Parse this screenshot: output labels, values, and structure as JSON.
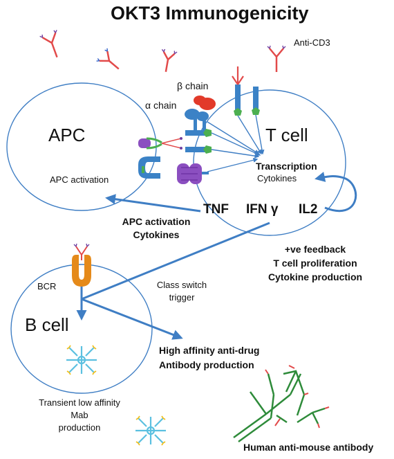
{
  "title": "OKT3 Immunogenicity",
  "labels": {
    "anti_cd3": "Anti-CD3",
    "beta_chain": "β chain",
    "alpha_chain": "α chain",
    "apc": "APC",
    "t_cell": "T cell",
    "apc_activation_inner": "APC activation",
    "transcription": "Transcription",
    "cytokines_inner": "Cytokines",
    "tnf": "TNF",
    "ifn": "IFN γ",
    "il2": "IL2",
    "apc_activation_bold": "APC activation",
    "cytokines_bold": "Cytokines",
    "feedback_1": "+ve feedback",
    "feedback_2": "T cell proliferation",
    "feedback_3": "Cytokine production",
    "bcr": "BCR",
    "class_switch_1": "Class switch",
    "class_switch_2": "trigger",
    "b_cell": "B cell",
    "high_affinity_1": "High affinity anti-drug",
    "high_affinity_2": "Antibody production",
    "transient_1": "Transient low affinity",
    "transient_2": "Mab",
    "transient_3": "production",
    "hama": "Human anti-mouse antibody"
  },
  "colors": {
    "arrow": "#3f7ec4",
    "cell_outline": "#3f7ec4",
    "antibody_red": "#e24a4a",
    "antibody_green": "#2e8b3a",
    "antibody_tip_purple": "#6f3fa0",
    "antibody_tip_blue": "#3060c8",
    "receptor_blue": "#3b82c6",
    "receptor_green": "#4caf50",
    "tcr_red": "#e23a2a",
    "mhc_purple": "#8b4fc0",
    "bcr_orange": "#e58a1a",
    "mab_light_blue": "#5bc0e0",
    "mab_tip_yellow": "#f0c020"
  }
}
